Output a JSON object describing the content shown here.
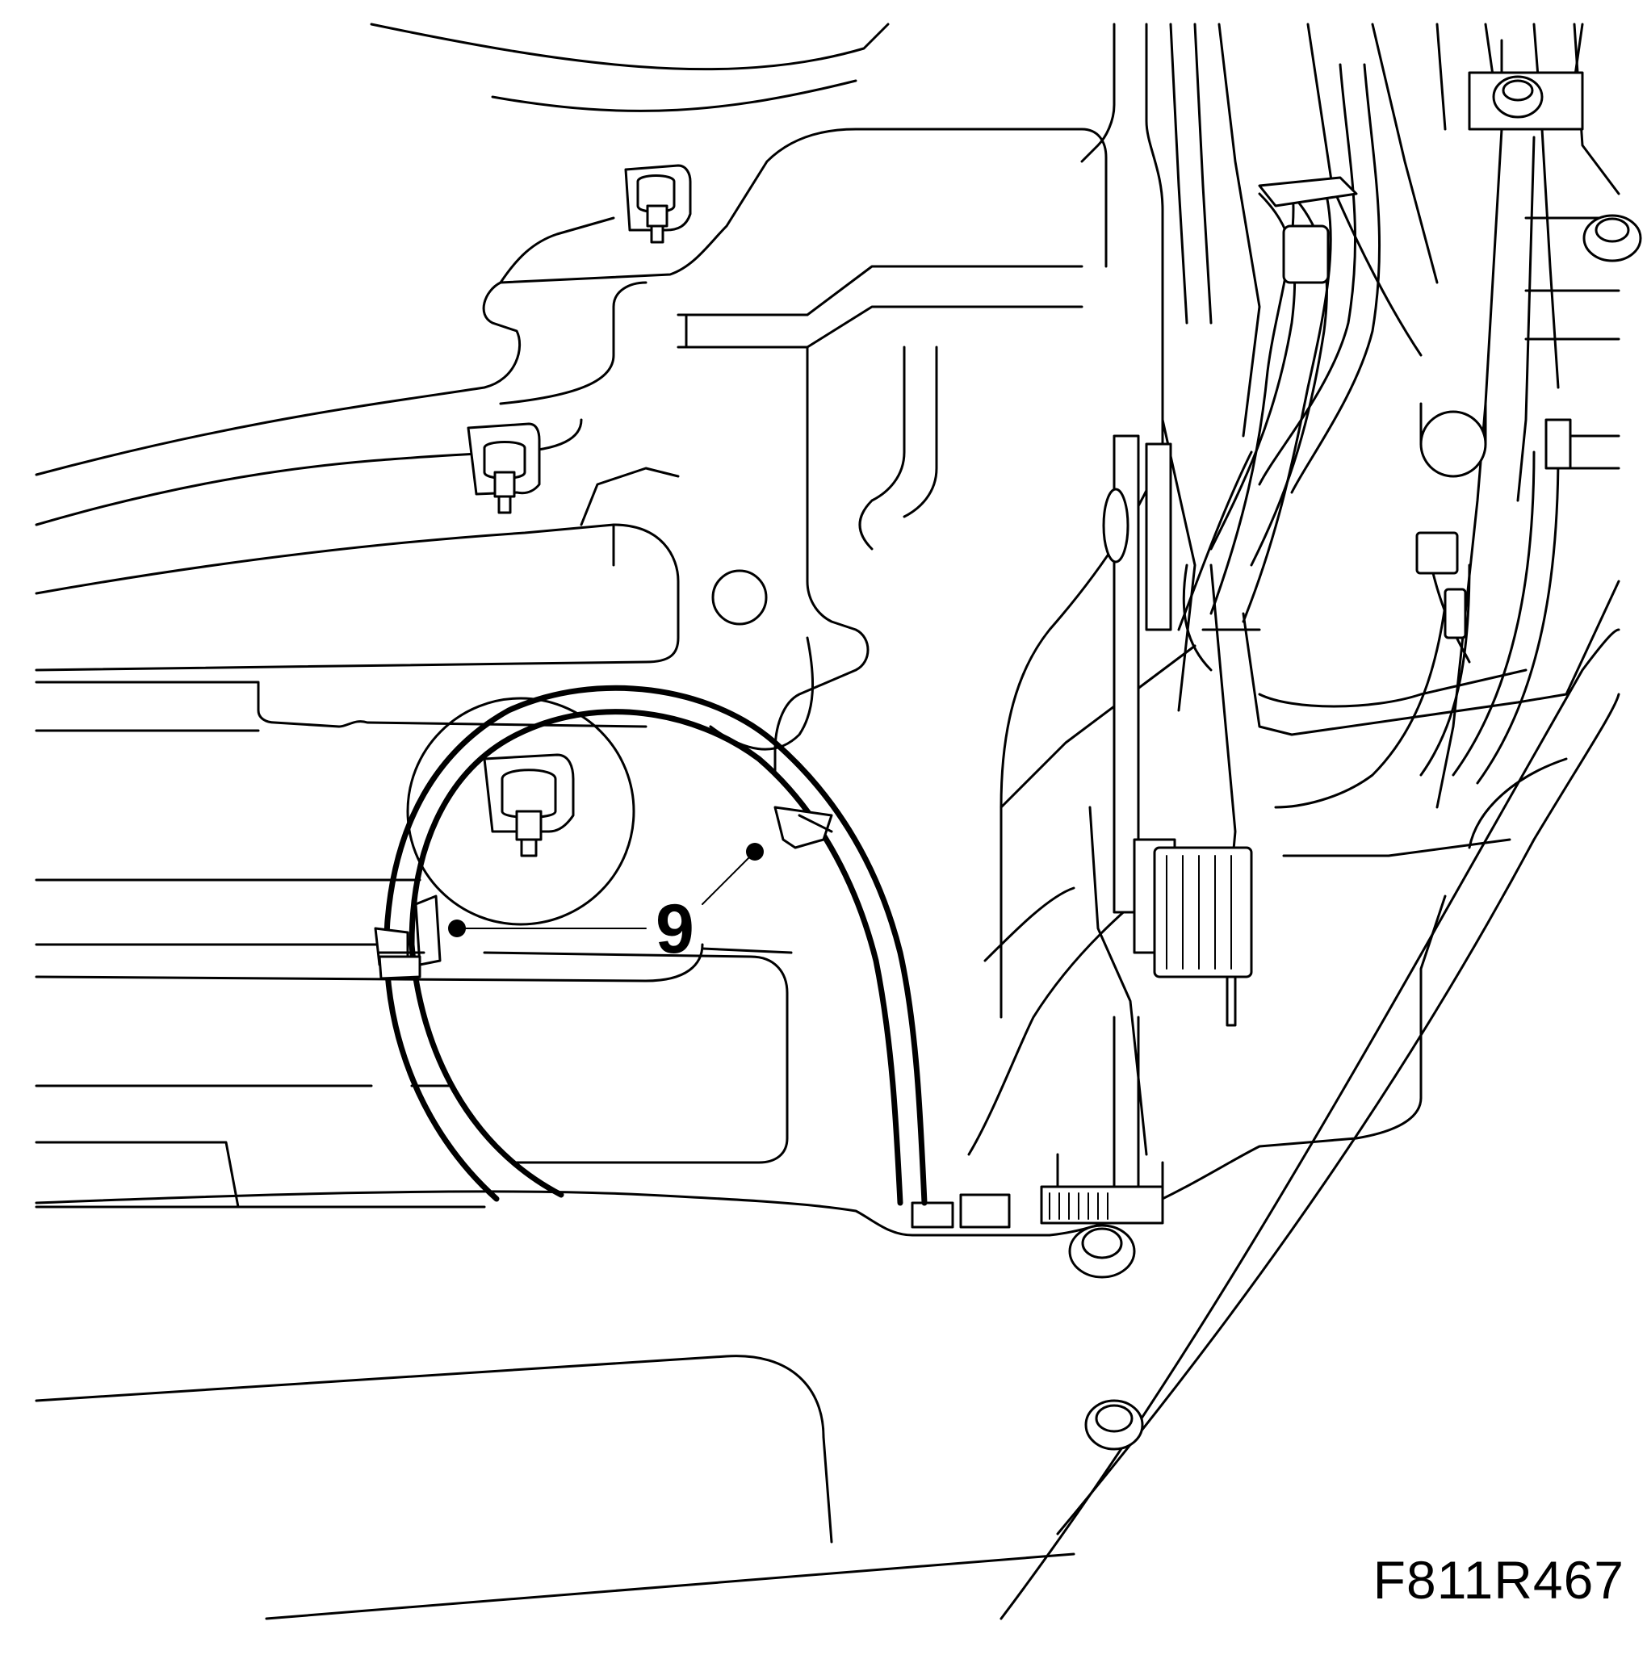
{
  "callouts": [
    {
      "number": "9",
      "target": "hose-clip-left"
    },
    {
      "number": "9",
      "target": "hose-clip-right"
    }
  ],
  "figure_code": "F811R467",
  "icons": [
    "stud-fastener-icon",
    "bolt-head-icon",
    "hose-clip-icon",
    "coil-spring-icon"
  ]
}
